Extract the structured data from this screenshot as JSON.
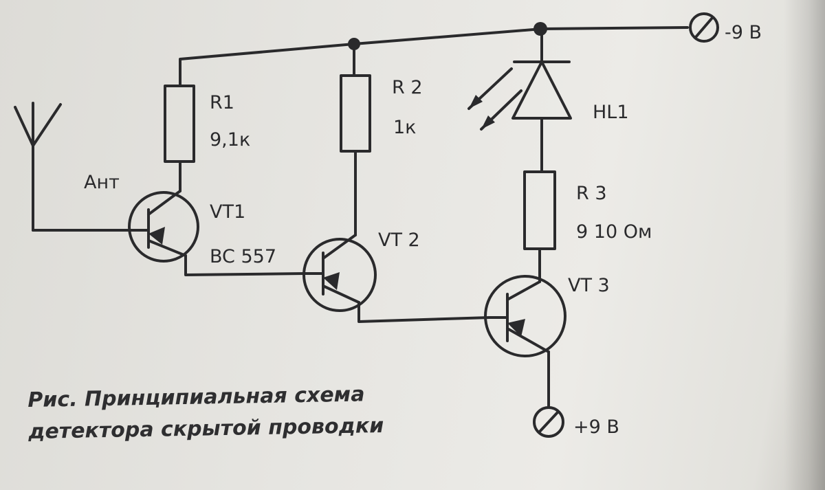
{
  "labels": {
    "antenna": "Ант",
    "r1_name": "R1",
    "r1_value": "9,1к",
    "r2_name": "R 2",
    "r2_value": "1к",
    "led_name": "HL1",
    "r3_name": "R 3",
    "r3_value": "9 10 Ом",
    "vt1_name": "VT1",
    "vt1_part": "BC 557",
    "vt2_name": "VT 2",
    "vt3_name": "VT 3",
    "neg_supply": "-9 В",
    "pos_supply": "+9 В"
  },
  "caption": {
    "line1": "Рис. Принципиальная схема",
    "line2": "детектора скрытой проводки"
  },
  "colors": {
    "ink": "#2a2a2c",
    "paper": "#e6e5e1"
  }
}
